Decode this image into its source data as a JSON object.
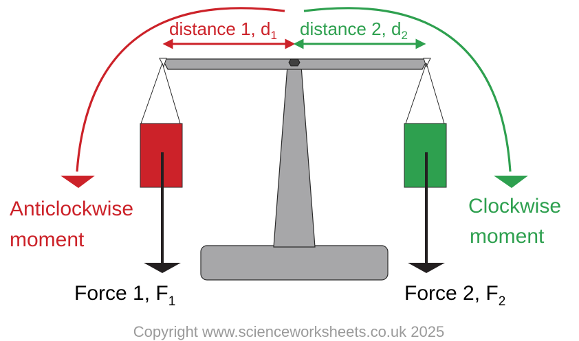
{
  "labels": {
    "distance1": "distance 1, d",
    "distance1_sub": "1",
    "distance2": "distance 2, d",
    "distance2_sub": "2",
    "anticlockwise_line1": "Anticlockwise",
    "anticlockwise_line2": "moment",
    "clockwise_line1": "Clockwise",
    "clockwise_line2": "moment",
    "force1": "Force 1, F",
    "force1_sub": "1",
    "force2": "Force 2, F",
    "force2_sub": "2",
    "copyright": "Copyright www.scienceworksheets.co.uk 2025"
  },
  "colors": {
    "anticlockwise": "#cc2229",
    "clockwise": "#2ea04f",
    "balance": "#a7a7a9",
    "outline": "#2a2a2a",
    "force_arrow": "#231f20",
    "copyright": "#9a9a9a"
  }
}
